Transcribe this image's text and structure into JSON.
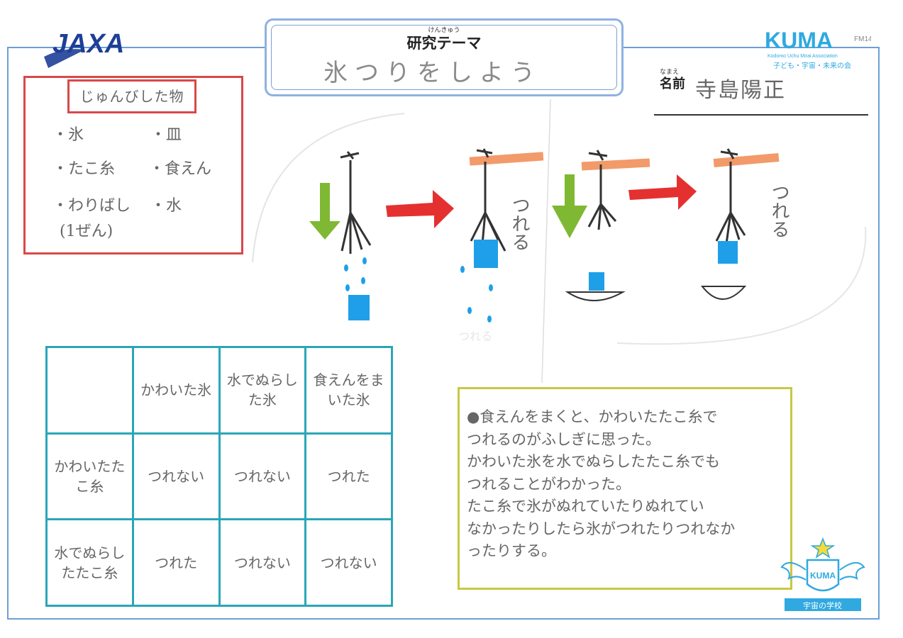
{
  "header": {
    "theme_ruby": "けんきゅう",
    "theme_label": "研究テーマ",
    "theme_value": "氷つりをしよう",
    "name_ruby": "なまえ",
    "name_label": "名前",
    "name_value": "寺島陽正",
    "jaxa_logo_text": "JAXA",
    "kuma_logo_text": "KUMA",
    "kuma_code": "FM14",
    "kuma_sub_en": "Kodomo Uchu Mirai Association",
    "kuma_sub_jp": "子ども・宇宙・未来の会"
  },
  "materials": {
    "title": "じゅんびした物",
    "items": [
      "氷",
      "皿",
      "たこ糸",
      "食えん",
      "わりばし",
      "水",
      "(1ぜん)"
    ]
  },
  "diagram": {
    "labels": [
      "つれる",
      "つれる",
      "つれる"
    ]
  },
  "results_table": {
    "columns": [
      "",
      "かわいた氷",
      "水でぬらした氷",
      "食えんをまいた氷"
    ],
    "rows": [
      {
        "label": "かわいたたこ糸",
        "cells": [
          "つれない",
          "つれない",
          "つれた"
        ]
      },
      {
        "label": "水でぬらしたたこ糸",
        "cells": [
          "つれた",
          "つれない",
          "つれない"
        ]
      }
    ]
  },
  "notes": {
    "lines": [
      "●食えんをまくと、かわいたたこ糸で",
      "つれるのがふしぎに思った。",
      "かわいた氷を水でぬらしたたこ糸でも",
      "つれることがわかった。",
      "たこ糸で氷がぬれていたりぬれてい",
      "なかったりしたら氷がつれたりつれなか",
      "ったりする。"
    ]
  },
  "school_badge": {
    "text": "宇宙の学校",
    "badge_text": "KUMA"
  },
  "colors": {
    "frame": "#6d9fd6",
    "materials_border": "#d94848",
    "grid": "#2aa6b8",
    "notes_border": "#c8c844",
    "ice": "#1f9fe8",
    "arrow_green": "#7fb833",
    "arrow_red": "#e53030"
  }
}
